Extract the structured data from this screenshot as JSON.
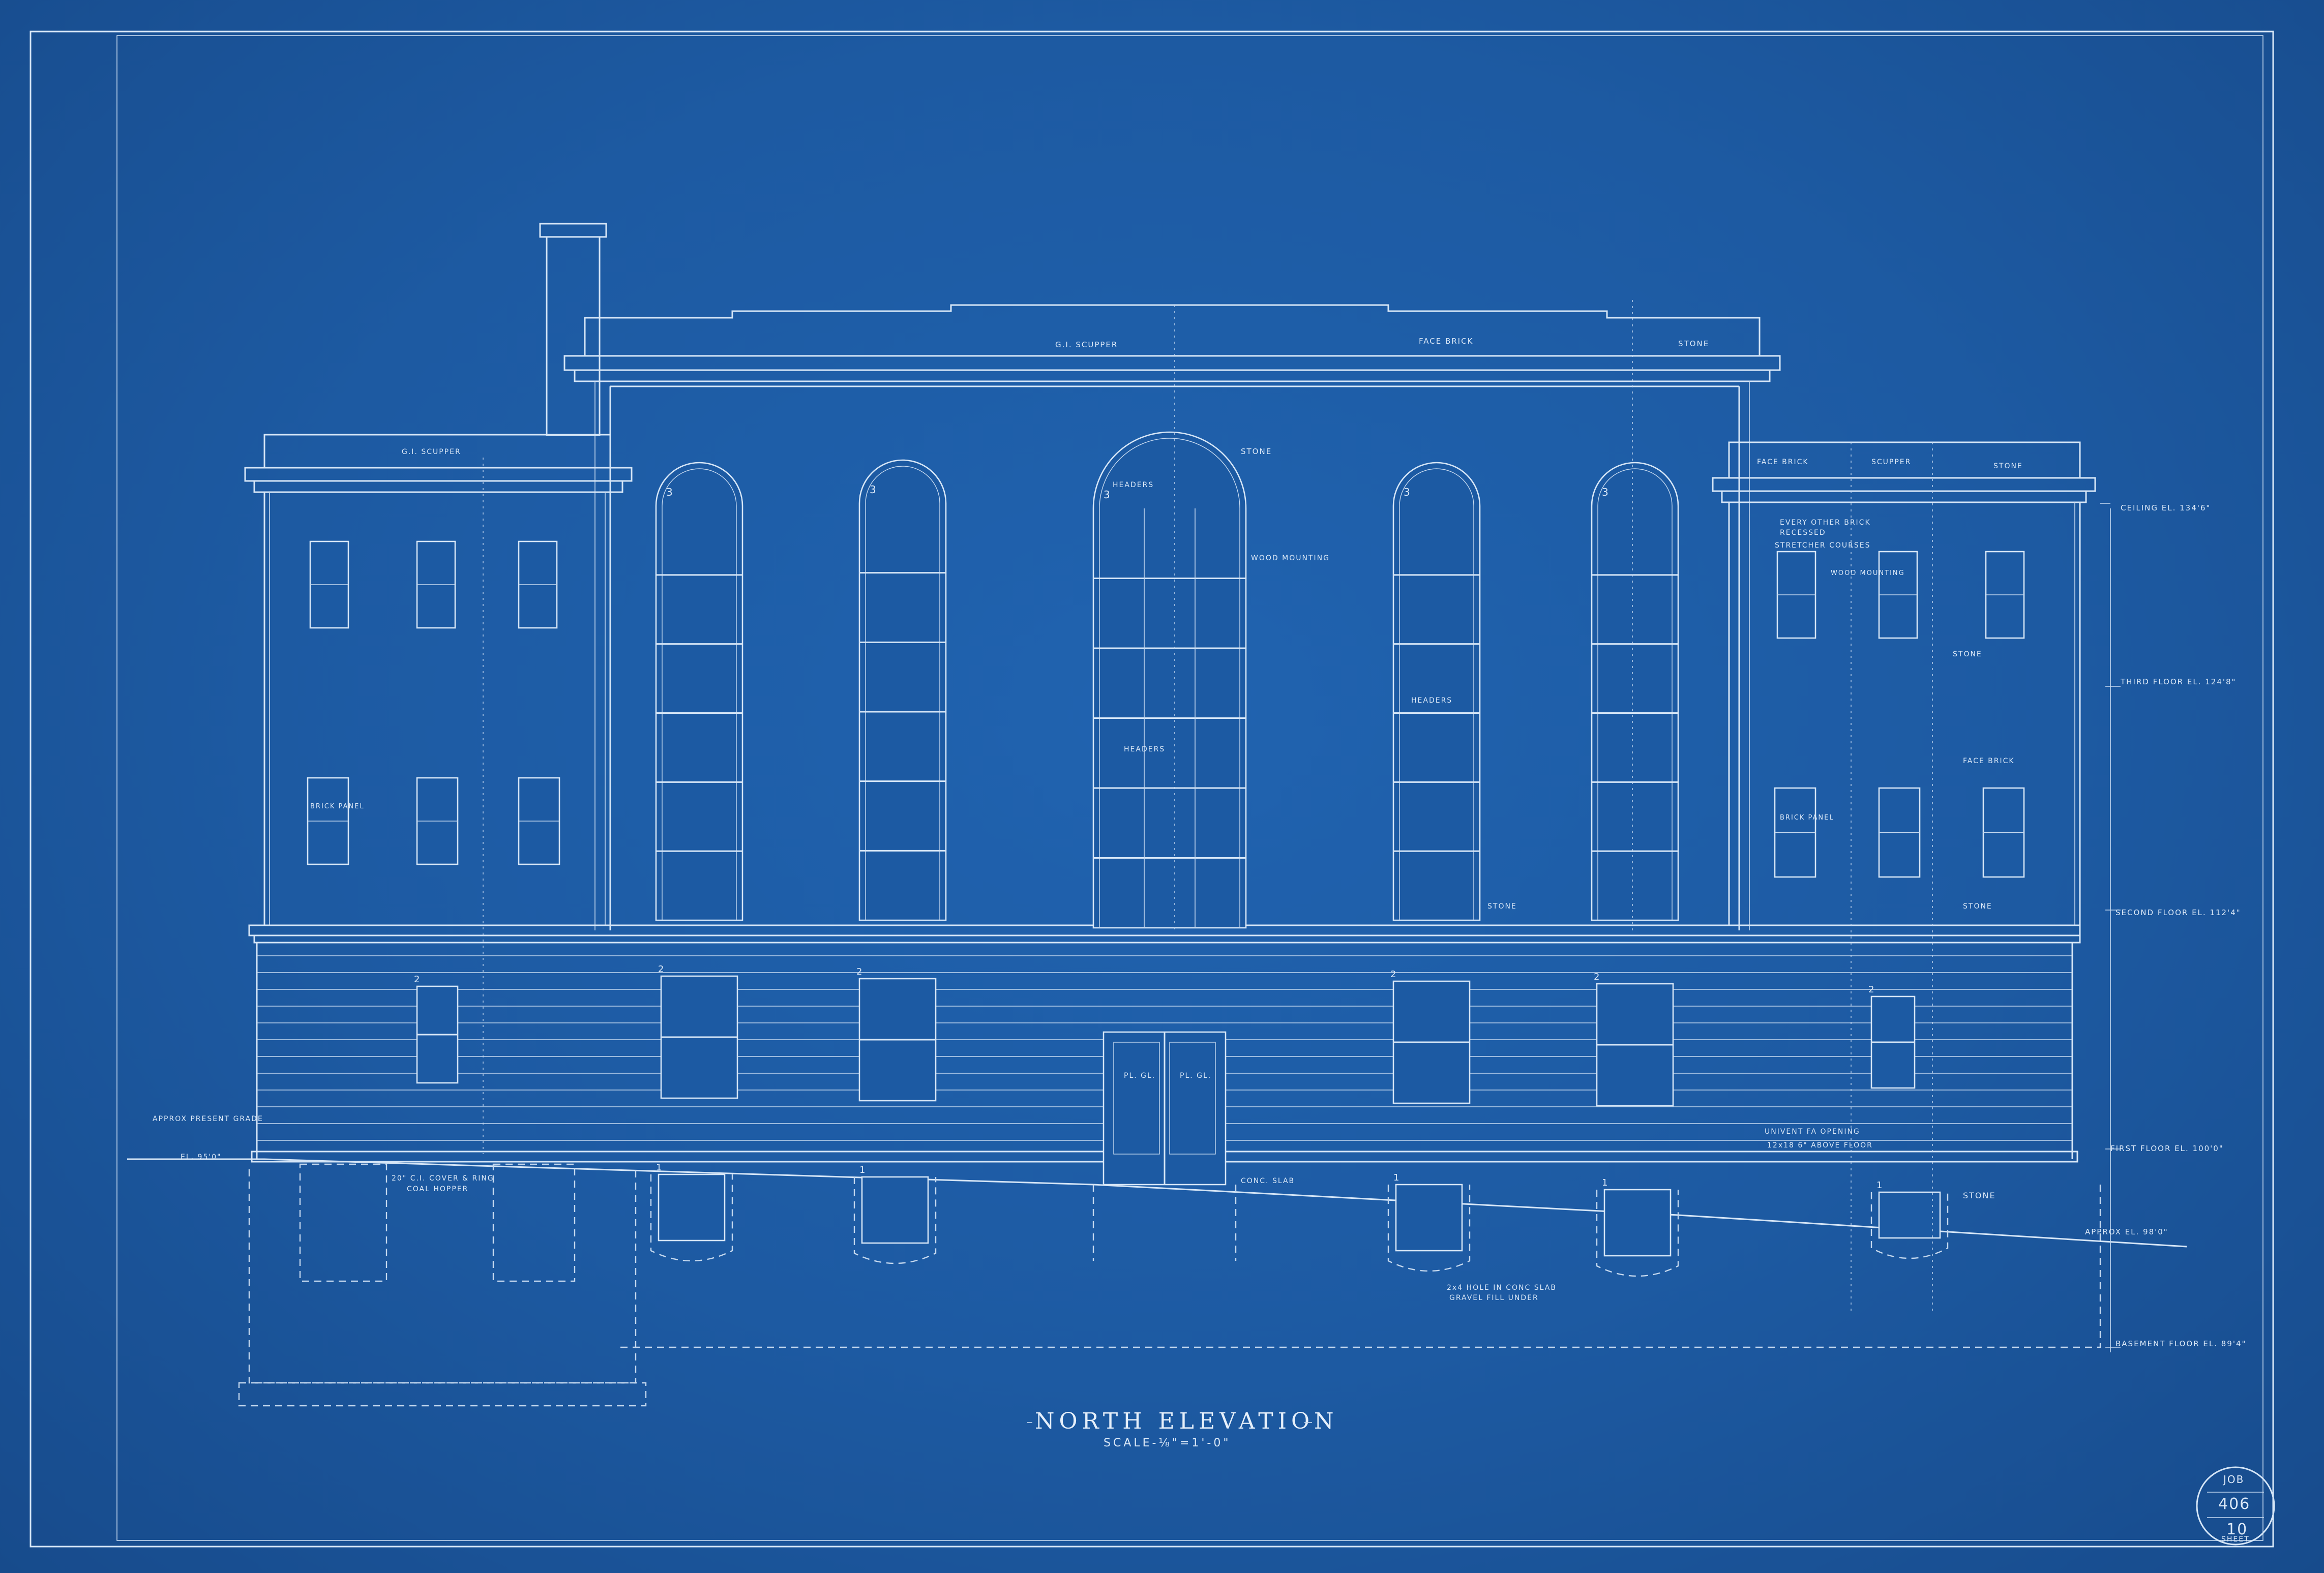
{
  "sheet": {
    "title": "NORTH ELEVATION",
    "scale": "SCALE-⅛\"=1'-0\"",
    "job_label": "JOB",
    "job_number": "406",
    "sheet_number": "10",
    "sheet_label": "SHEET",
    "paper_color": "#1d5da6",
    "line_color": "#d6e6f7"
  },
  "labels": {
    "gi_scupper_center": "G.I. SCUPPER",
    "face_brick_top": "FACE BRICK",
    "stone_top": "STONE",
    "gi_scupper_left": "G.I. SCUPPER",
    "stone_arch": "STONE",
    "header_arch": "HEADERS",
    "wood_mounting": "WOOD MOUNTING",
    "headers_mid": "HEADERS",
    "headers_right": "HEADERS",
    "face_brick_right": "FACE BRICK",
    "scupper_right": "SCUPPER",
    "stone_right": "STONE",
    "every_other_brick": "EVERY OTHER BRICK",
    "recessed": "RECESSED",
    "stretcher_courses": "STRETCHER COURSES",
    "wood_mounting_right": "WOOD MOUNTING",
    "stone_right_mid": "STONE",
    "face_brick_right_mid": "FACE BRICK",
    "stone_base_right": "STONE",
    "stone_mid": "STONE",
    "brick_panel_left": "BRICK PANEL",
    "brick_panel_right": "BRICK PANEL",
    "approx_present_grade": "APPROX PRESENT GRADE",
    "el_left": "EL. 95'0\"",
    "coal_hopper_1": "20\" C.I. COVER & RING",
    "coal_hopper_2": "COAL HOPPER",
    "conc_slab": "CONC. SLAB",
    "hole_note_1": "2x4 HOLE IN CONC SLAB",
    "hole_note_2": "GRAVEL FILL UNDER",
    "unit_vent_1": "UNIVENT FA OPENING",
    "unit_vent_2": "12x18 6\" ABOVE FLOOR",
    "stone_base": "STONE"
  },
  "levels": [
    {
      "id": "ceiling",
      "label": "CEILING EL. 134'6\""
    },
    {
      "id": "third",
      "label": "THIRD FLOOR EL. 124'8\""
    },
    {
      "id": "second",
      "label": "SECOND FLOOR EL. 112'4\""
    },
    {
      "id": "first",
      "label": "FIRST FLOOR EL. 100'0\""
    },
    {
      "id": "approx",
      "label": "APPROX EL. 98'0\""
    },
    {
      "id": "basement",
      "label": "BASEMENT FLOOR EL. 89'4\""
    }
  ],
  "window_marks": [
    "3",
    "2",
    "1"
  ],
  "door_label": "PL. GL."
}
